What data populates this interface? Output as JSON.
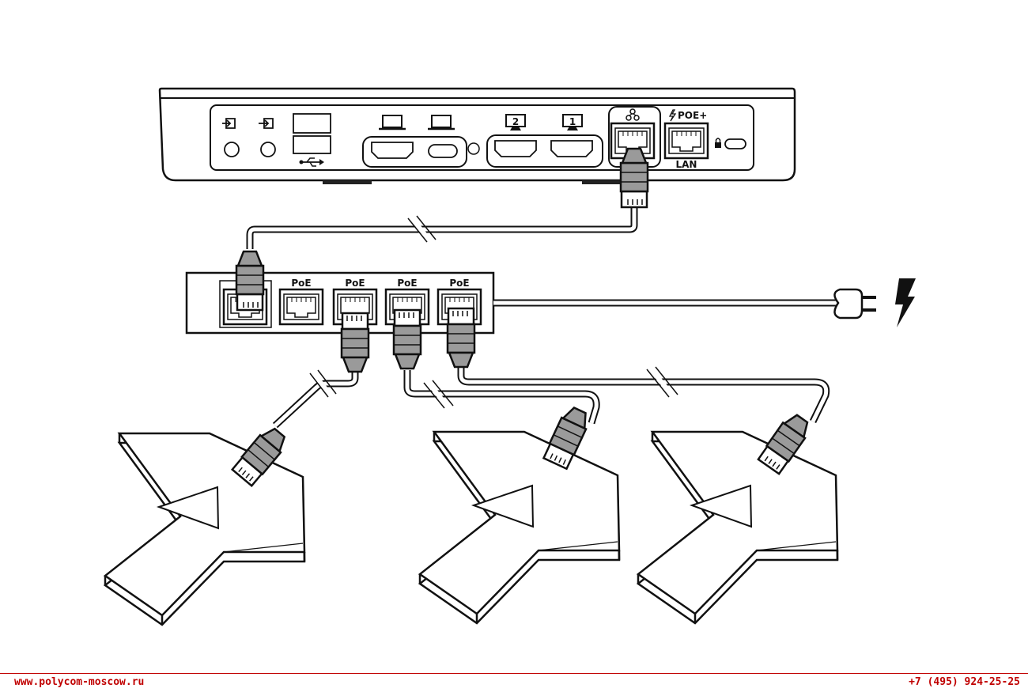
{
  "codec": {
    "display_2_label": "2",
    "display_1_label": "1",
    "poe_plus_label": "POE+",
    "lan_label": "LAN"
  },
  "switch": {
    "poe_labels": [
      "PoE",
      "PoE",
      "PoE",
      "PoE"
    ]
  },
  "footer": {
    "website": "www.polycom-moscow.ru",
    "phone": "+7 (495) 924-25-25",
    "accent_color": "#c00000"
  },
  "icons": [
    "audio-out-icon",
    "audio-in-icon",
    "usb-icon",
    "laptop-icon",
    "display-icon",
    "network-icon",
    "lightning-icon",
    "lock-icon",
    "power-plug-icon",
    "microphone-pod-icon"
  ]
}
